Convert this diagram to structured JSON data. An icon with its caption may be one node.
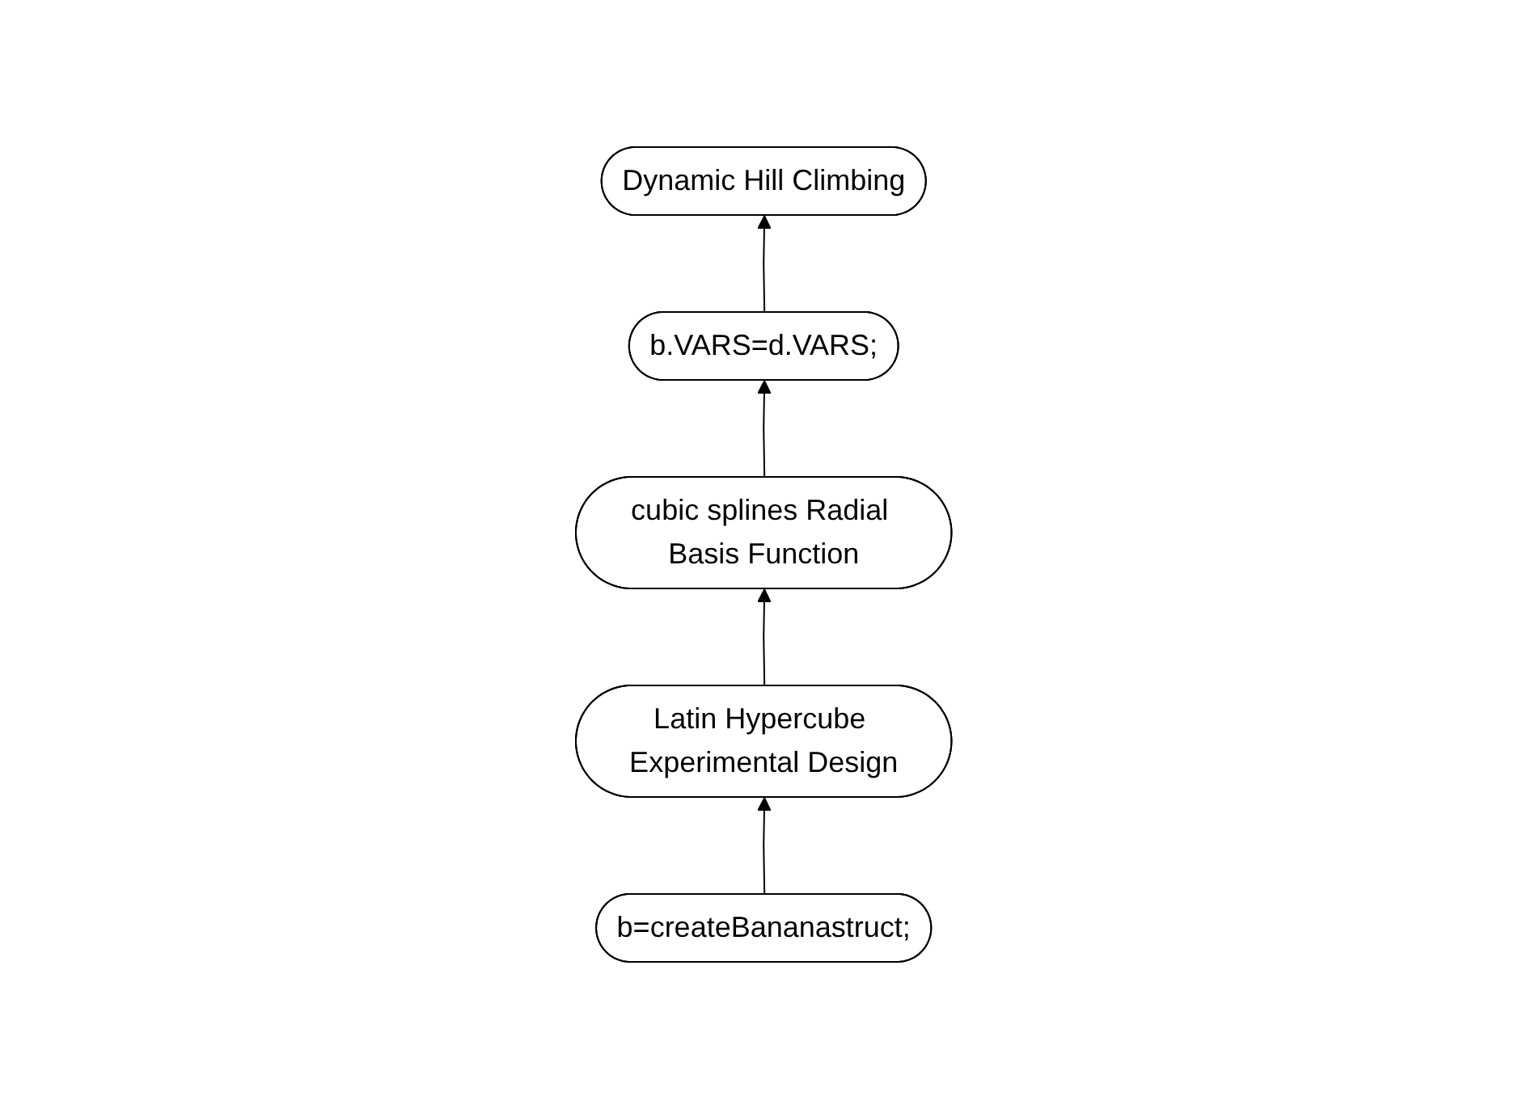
{
  "diagram": {
    "nodes": [
      {
        "text": [
          "Dynamic Hill Climbing"
        ]
      },
      {
        "text": [
          "b.VARS=d.VARS;"
        ]
      },
      {
        "text": [
          "cubic splines Radial Basis Function"
        ]
      },
      {
        "text": [
          "Latin Hypercube Experimental Design"
        ]
      },
      {
        "text": [
          "b=createBananastruct;"
        ]
      }
    ],
    "edges": [
      {
        "from": 1,
        "to": 0,
        "arrow": "to"
      },
      {
        "from": 2,
        "to": 1,
        "arrow": "to"
      },
      {
        "from": 3,
        "to": 2,
        "arrow": "to"
      },
      {
        "from": 4,
        "to": 3,
        "arrow": "to"
      }
    ]
  }
}
